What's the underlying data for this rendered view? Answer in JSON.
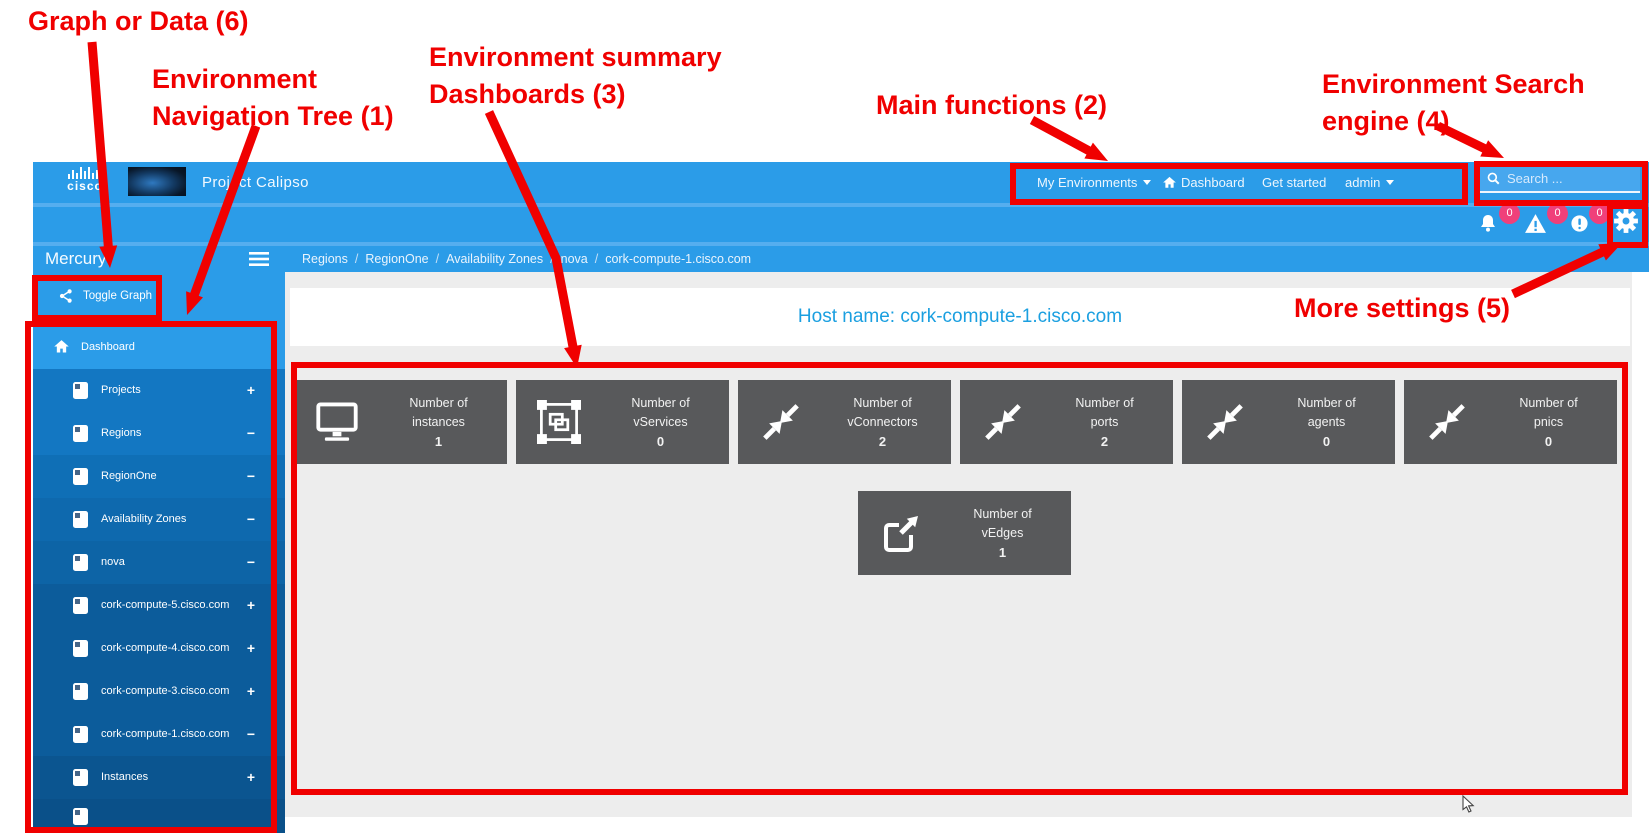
{
  "header": {
    "brand": "cisco",
    "app_title": "Project Calipso",
    "nav": {
      "my_environments": "My Environments",
      "dashboard": "Dashboard",
      "get_started": "Get started",
      "admin": "admin"
    },
    "search_placeholder": "Search ...",
    "badges": {
      "notifications": "0",
      "warnings": "0",
      "errors": "0"
    }
  },
  "sidebar": {
    "title": "Mercury",
    "toggle_graph_label": "Toggle Graph",
    "tree": [
      {
        "label": "Dashboard",
        "state": ""
      },
      {
        "label": "Projects",
        "state": "+"
      },
      {
        "label": "Regions",
        "state": "−"
      },
      {
        "label": "RegionOne",
        "state": "−"
      },
      {
        "label": "Availability Zones",
        "state": "−"
      },
      {
        "label": "nova",
        "state": "−"
      },
      {
        "label": "cork-compute-5.cisco.com",
        "state": "+"
      },
      {
        "label": "cork-compute-4.cisco.com",
        "state": "+"
      },
      {
        "label": "cork-compute-3.cisco.com",
        "state": "+"
      },
      {
        "label": "cork-compute-1.cisco.com",
        "state": "−"
      },
      {
        "label": "Instances",
        "state": "+"
      }
    ]
  },
  "breadcrumb": {
    "items": [
      "Regions",
      "RegionOne",
      "Availability Zones",
      "nova",
      "cork-compute-1.cisco.com"
    ],
    "separator": "/"
  },
  "main": {
    "host_heading": "Host name: cork-compute-1.cisco.com",
    "tiles": [
      {
        "icon": "monitor-icon",
        "line1": "Number of",
        "line2": "instances",
        "count": "1"
      },
      {
        "icon": "topology-icon",
        "line1": "Number of",
        "line2": "vServices",
        "count": "0"
      },
      {
        "icon": "compress-arrows-icon",
        "line1": "Number of",
        "line2": "vConnectors",
        "count": "2"
      },
      {
        "icon": "compress-arrows-icon",
        "line1": "Number of",
        "line2": "ports",
        "count": "2"
      },
      {
        "icon": "compress-arrows-icon",
        "line1": "Number of",
        "line2": "agents",
        "count": "0"
      },
      {
        "icon": "compress-arrows-icon",
        "line1": "Number of",
        "line2": "pnics",
        "count": "0"
      },
      {
        "icon": "external-link-icon",
        "line1": "Number of",
        "line2": "vEdges",
        "count": "1"
      }
    ]
  },
  "annotations": {
    "graph_or_data": "Graph or Data (6)",
    "nav_tree_line1": "Environment",
    "nav_tree_line2": "Navigation Tree (1)",
    "summary_line1": "Environment summary",
    "summary_line2": "Dashboards (3)",
    "main_functions": "Main functions (2)",
    "search_engine_line1": "Environment Search",
    "search_engine_line2": "engine (4)",
    "more_settings": "More settings (5)"
  },
  "colors": {
    "header_blue": "#2b9ce8",
    "annotation_red": "#f00000",
    "badge_pink": "#f0407a",
    "tile_gray": "#58595b",
    "host_text_blue": "#1a9fe0"
  }
}
